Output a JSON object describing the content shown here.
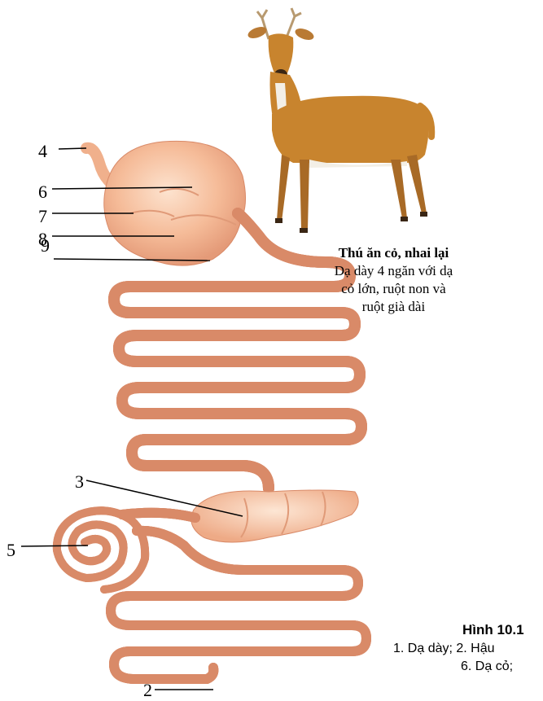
{
  "labels": {
    "n4": "4",
    "n6": "6",
    "n7": "7",
    "n8": "8",
    "n9": "9",
    "n3": "3",
    "n5": "5",
    "n2": "2"
  },
  "caption": {
    "title": "Thú ăn cỏ, nhai lại",
    "line1": "Dạ dày 4 ngăn với dạ",
    "line2": "cỏ lớn, ruột non và",
    "line3": "ruột già dài"
  },
  "figure": {
    "title": "Hình 10.1",
    "line1": "1. Dạ dày; 2. Hậu",
    "line2": "6. Dạ cỏ;"
  },
  "colors": {
    "gut": "#f2b48c",
    "gut_edge": "#d98a68",
    "gut_light": "#fbd9bf",
    "deer": "#c8842e",
    "deer_dark": "#8a5320"
  }
}
